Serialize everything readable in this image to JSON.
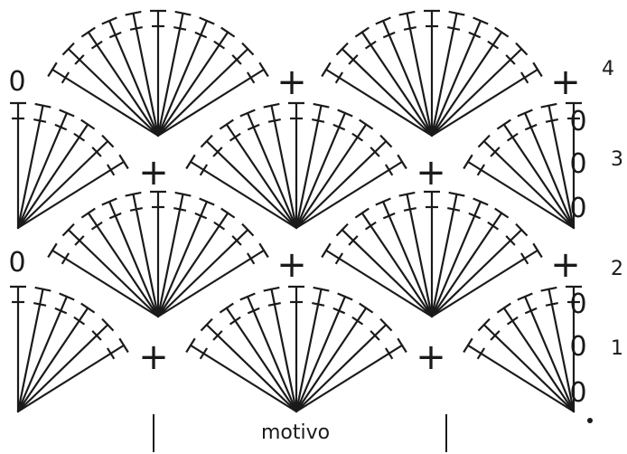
{
  "diagram": {
    "row_numbers": [
      "1",
      "2",
      "3",
      "4"
    ],
    "motif_label": "motivo",
    "symbols": {
      "chain": "0",
      "single_crochet": "+",
      "double_crochet": "double-crochet-symbol",
      "slip_stitch": "dot"
    },
    "ink_color": "#1a1a1a"
  }
}
